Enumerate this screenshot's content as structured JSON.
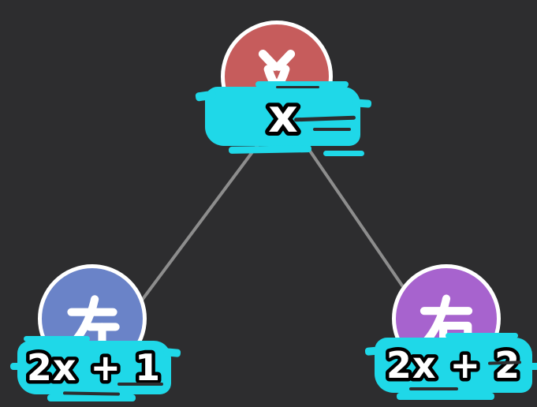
{
  "colors": {
    "background": "#2d2d2f",
    "edge": "#8d8d8d",
    "node_ring": "#ffffff",
    "node_char": "#ffffff",
    "parent_node_fill": "#c65c5c",
    "left_node_fill": "#6a83c8",
    "right_node_fill": "#a763ce",
    "label_fill": "#1fd8e8",
    "label_text_fill": "#ffffff",
    "label_text_outline": "#000000"
  },
  "tree": {
    "parent": {
      "char": "父",
      "value": "x"
    },
    "left_child": {
      "char": "左",
      "value": "2x + 1"
    },
    "right_child": {
      "char": "右",
      "value": "2x + 2"
    }
  }
}
